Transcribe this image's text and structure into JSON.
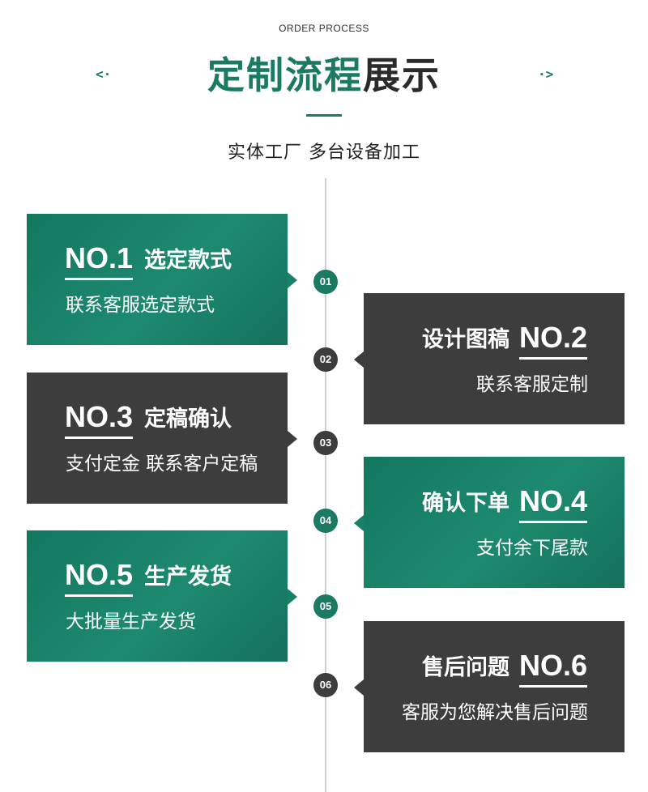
{
  "header": {
    "subtitle_en": "ORDER PROCESS",
    "title_part1": "定制流程",
    "title_part2": "展示",
    "arrow_left": "<·",
    "arrow_right": "·>",
    "tagline": "实体工厂  多台设备加工"
  },
  "colors": {
    "accent": "#1a7a62",
    "dark": "#3d3d3d"
  },
  "steps": [
    {
      "node": "01",
      "number": "NO.1",
      "title": "选定款式",
      "desc": "联系客服选定款式"
    },
    {
      "node": "02",
      "number": "NO.2",
      "title": "设计图稿",
      "desc": "联系客服定制"
    },
    {
      "node": "03",
      "number": "NO.3",
      "title": "定稿确认",
      "desc": "支付定金 联系客户定稿"
    },
    {
      "node": "04",
      "number": "NO.4",
      "title": "确认下单",
      "desc": "支付余下尾款"
    },
    {
      "node": "05",
      "number": "NO.5",
      "title": "生产发货",
      "desc": "大批量生产发货"
    },
    {
      "node": "06",
      "number": "NO.6",
      "title": "售后问题",
      "desc": "客服为您解决售后问题"
    }
  ]
}
